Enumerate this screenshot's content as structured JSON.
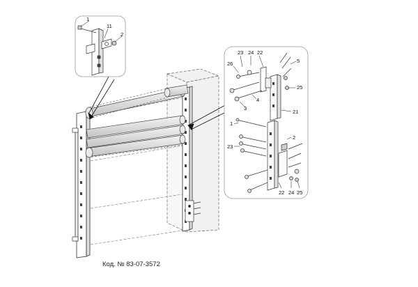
{
  "caption": "Код. № 83-07-3572",
  "callouts": {
    "inset1": [
      "1",
      "11",
      "2"
    ],
    "inset2": [
      "23",
      "24",
      "22",
      "26",
      "5",
      "25",
      "4",
      "3",
      "21",
      "1",
      "2",
      "23",
      "22",
      "24",
      "25"
    ]
  }
}
